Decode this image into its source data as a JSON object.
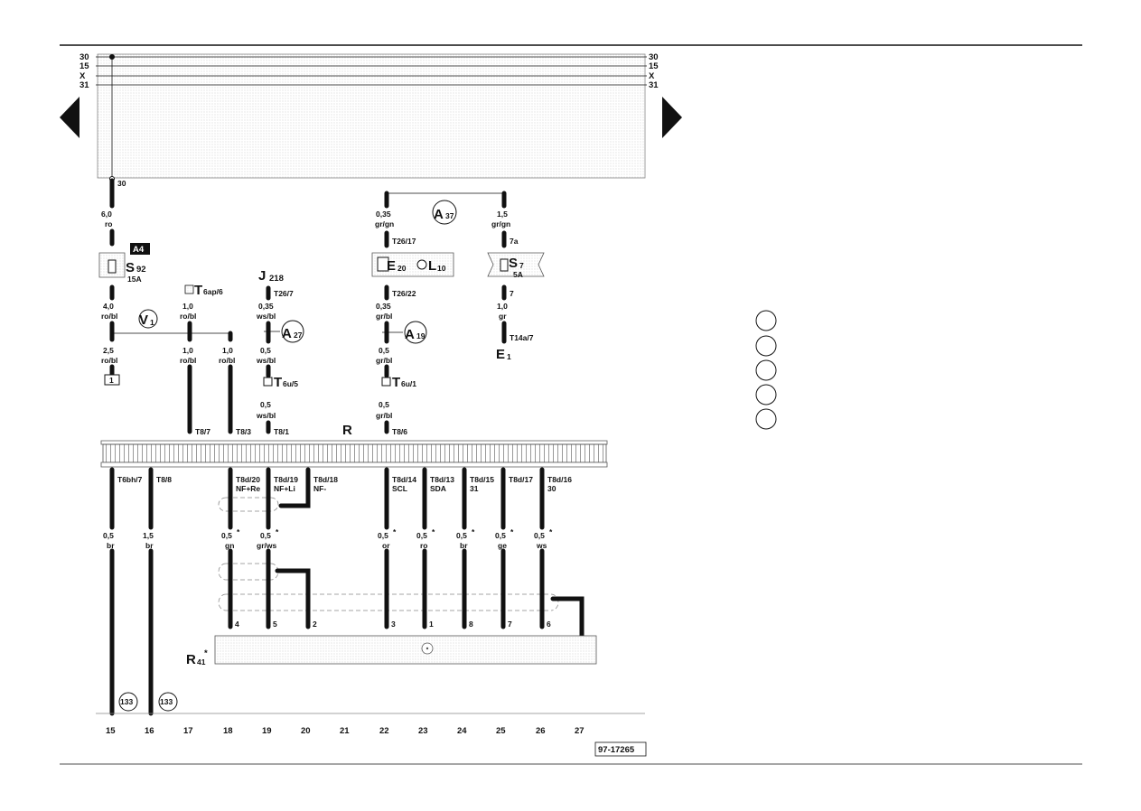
{
  "rails": {
    "left": [
      "30",
      "15",
      "X",
      "31"
    ],
    "right": [
      "30",
      "15",
      "X",
      "31"
    ],
    "upper_tap": "30"
  },
  "fuse_box": {
    "location": "A4",
    "s92": "S",
    "s92_sub": "92",
    "s92_rating": "15A",
    "s7": "S",
    "s7_sub": "7",
    "s7_rating": "5A"
  },
  "upper_wires": [
    {
      "size": "6,0",
      "color": "ro"
    },
    {
      "size": "4,0",
      "color": "ro/bl"
    },
    {
      "size": "2,5",
      "color": "ro/bl"
    },
    {
      "size": "1,0",
      "color": "ro/bl"
    },
    {
      "size": "1,0",
      "color": "ro/bl"
    },
    {
      "size": "1,0",
      "color": "ro/bl"
    },
    {
      "size": "0,35",
      "color": "ws/bl"
    },
    {
      "size": "0,5",
      "color": "ws/bl"
    },
    {
      "size": "0,5",
      "color": "ws/bl"
    },
    {
      "size": "0,35",
      "color": "gr/gn"
    },
    {
      "size": "0,35",
      "color": "gr/bl"
    },
    {
      "size": "0,5",
      "color": "gr/bl"
    },
    {
      "size": "0,5",
      "color": "gr/bl"
    },
    {
      "size": "1,5",
      "color": "gr/gn"
    },
    {
      "size": "1,0",
      "color": "gr"
    }
  ],
  "connectors": {
    "t6ap": "T",
    "t6ap_sub": "6ap/6",
    "t26_7": "T26/7",
    "t6u5": "T",
    "t6u5_sub": "6u/5",
    "t8_1": "T8/1",
    "t8_7": "T8/7",
    "t8_3": "T8/3",
    "t26_17": "T26/17",
    "t26_22": "T26/22",
    "t6u1": "T",
    "t6u1_sub": "6u/1",
    "t8_6": "T8/6",
    "pin_7a": "7a",
    "pin_7": "7",
    "t14a7": "T14a/7",
    "box_1": "1"
  },
  "components": {
    "j218": "J",
    "j218_sub": "218",
    "v1": "V",
    "v1_sub": "1",
    "e20": "E",
    "e20_sub": "20",
    "l10": "L",
    "l10_sub": "10",
    "e1": "E",
    "e1_sub": "1",
    "r": "R",
    "r41": "R",
    "r41_sub": "41",
    "r41_star": "*"
  },
  "grounds": {
    "a37": "A",
    "a37_sub": "37",
    "a27": "A",
    "a27_sub": "27",
    "a19": "A",
    "a19_sub": "19",
    "g133a": "133",
    "g133b": "133"
  },
  "bottom_pins": [
    {
      "label": "T6bh/7",
      "sub": "",
      "size": "0,5",
      "color": "br",
      "pin": ""
    },
    {
      "label": "T8/8",
      "sub": "",
      "size": "1,5",
      "color": "br",
      "pin": ""
    },
    {
      "label": "T8d/20",
      "sub": "NF+Re",
      "size": "0,5",
      "color": "gn",
      "pin": "4"
    },
    {
      "label": "T8d/19",
      "sub": "NF+Li",
      "size": "0,5",
      "color": "gr/ws",
      "pin": "5"
    },
    {
      "label": "T8d/18",
      "sub": "NF-",
      "size": "",
      "color": "",
      "pin": "2"
    },
    {
      "label": "T8d/14",
      "sub": "SCL",
      "size": "0,5",
      "color": "or",
      "pin": "3"
    },
    {
      "label": "T8d/13",
      "sub": "SDA",
      "size": "0,5",
      "color": "ro",
      "pin": "1"
    },
    {
      "label": "T8d/15",
      "sub": "31",
      "size": "0,5",
      "color": "br",
      "pin": "8"
    },
    {
      "label": "T8d/17",
      "sub": "",
      "size": "0,5",
      "color": "ge",
      "pin": "7"
    },
    {
      "label": "T8d/16",
      "sub": "30",
      "size": "0,5",
      "color": "ws",
      "pin": "6"
    }
  ],
  "star": "*",
  "grid_numbers": [
    "15",
    "16",
    "17",
    "18",
    "19",
    "20",
    "21",
    "22",
    "23",
    "24",
    "25",
    "26",
    "27"
  ],
  "figure_id": "97-17265",
  "nav": {
    "prev": "previous-page",
    "next": "next-page"
  }
}
